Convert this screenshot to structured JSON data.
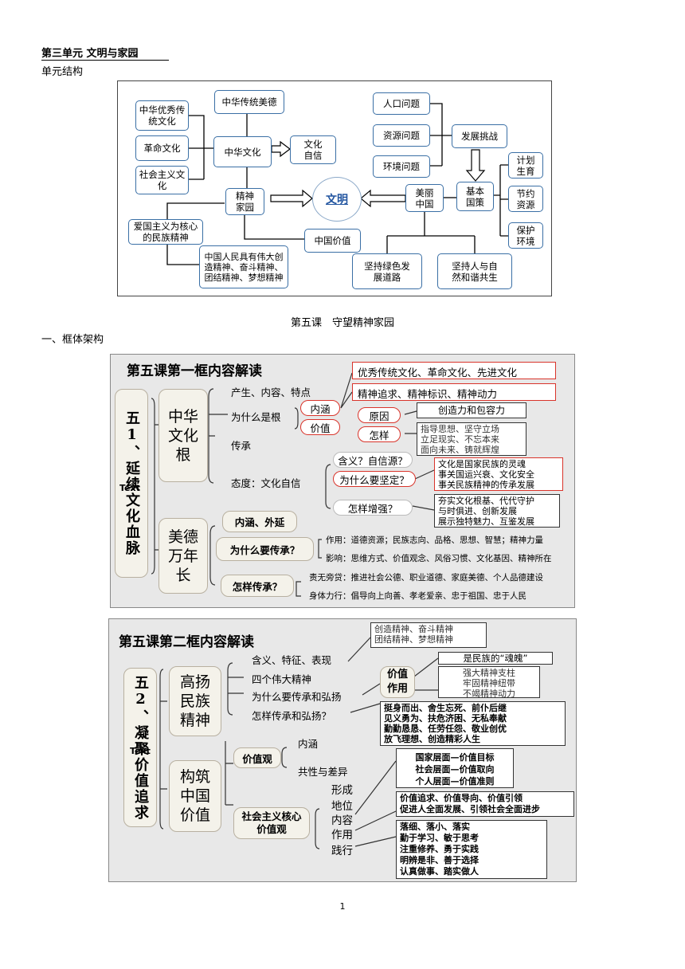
{
  "page": {
    "unit_title": "第三单元 文明与家园",
    "section_structure": "单元结构",
    "lesson_title": "第五课　守望精神家园",
    "section_framework": "一、框体架构",
    "page_number": "1"
  },
  "structure_diagram": {
    "left_group": [
      "中华优秀传统文化",
      "革命文化",
      "社会主义文化"
    ],
    "chuantong": "中华传统美德",
    "zhonghua": "中华文化",
    "zixin": "文化自信",
    "jingshen": "精神家园",
    "center": "文明",
    "meili": "美丽中国",
    "problems": [
      "人口问题",
      "资源问题",
      "环境问题"
    ],
    "challenge": "发展挑战",
    "policy": "基本国策",
    "policies": [
      "计划生育",
      "节约资源",
      "保护环境"
    ],
    "minzu": "爱国主义为核心的民族精神",
    "jiazhi": "中国价值",
    "weida": "中国人民具有伟大创造精神、奋斗精神、团结精神、梦想精神",
    "lvse": "坚持绿色发展道路",
    "hexie": "坚持人与自然和谐共生"
  },
  "panel1": {
    "title": "第五课第一框内容解读",
    "side_label": "五1、延续文化血脉",
    "overlay_text": "Text",
    "root1": "中华文化根",
    "root1_items": [
      "产生、内容、特点",
      "为什么是根",
      "传承",
      "态度：文化自信"
    ],
    "neihan": "内涵",
    "jiazhi": "价值",
    "red_box1": "优秀传统文化、革命文化、先进文化",
    "red_box2": "精神追求、精神标识、精神动力",
    "yuanyin": "原因",
    "zenyang": "怎样",
    "yuanyin_box": "创造力和包容力",
    "zenyang_box": [
      "指导思想、坚守立场",
      "立足现实、不忘本来",
      "面向未来、铸就辉煌"
    ],
    "zixin_items": [
      "含义？自信源？",
      "为什么要坚定？",
      "怎样增强？"
    ],
    "jianding_box": [
      "文化是国家民族的灵魂",
      "事关国运兴衰、文化安全",
      "事关民族精神的传承发展"
    ],
    "zengqiang_box": [
      "夯实文化根基、代代守护",
      "与时俱进、创新发展",
      "展示独特魅力、互鉴发展"
    ],
    "root2": "美德万年长",
    "root2_items": [
      "内涵、外延",
      "为什么要传承？",
      "怎样传承？"
    ],
    "why_items": [
      "作用：道德资源；民族志向、品格、思想、智慧；精神力量",
      "影响：思维方式、价值观念、风俗习惯、文化基因、精神所在"
    ],
    "how_items": [
      "责无旁贷：推进社会公德、职业道德、家庭美德、个人品德建设",
      "身体力行：倡导向上向善、孝老爱亲、忠于祖国、忠于人民"
    ]
  },
  "panel2": {
    "title": "第五课第二框内容解读",
    "side_label": "五2、凝聚价值追求",
    "overlay_text": "Text",
    "root1": "高扬民族精神",
    "root1_items": [
      "含义、特征、表现",
      "四个伟大精神",
      "为什么要传承和弘扬",
      "怎样传承和弘扬？"
    ],
    "top_box": [
      "创造精神、奋斗精神",
      "团结精神、梦想精神"
    ],
    "jiazhi": "价值",
    "zuoyong": "作用",
    "hunpo": "是民族的“魂魄”",
    "zuoyong_box": [
      "强大精神支柱",
      "牢固精神纽带",
      "不竭精神动力"
    ],
    "how_box": [
      "挺身而出、舍生忘死、前仆后继",
      "见义勇为、扶危济困、无私奉献",
      "勤勤恳恳、任劳任怨、敬业创优",
      "放飞理想、创造精彩人生"
    ],
    "root2": "构筑中国价值",
    "jiazhiguan": "价值观",
    "jgg_items": [
      "内涵",
      "共性与差异"
    ],
    "hexin": "社会主义核心价值观",
    "hexin_items": [
      "形成",
      "地位",
      "内容",
      "作用",
      "践行"
    ],
    "neirong_box": [
      "国家层面—价值目标",
      "社会层面—价值取向",
      "个人层面—价值准则"
    ],
    "zuoyong2_box": [
      "价值追求、价值导向、价值引领",
      "促进人全面发展、引领社会全面进步"
    ],
    "jianxing_box": [
      "落细、落小、落实",
      "勤于学习、敏于思考",
      "注重修养、勇于实践",
      "明辨是非、善于选择",
      "认真做事、踏实做人"
    ]
  }
}
